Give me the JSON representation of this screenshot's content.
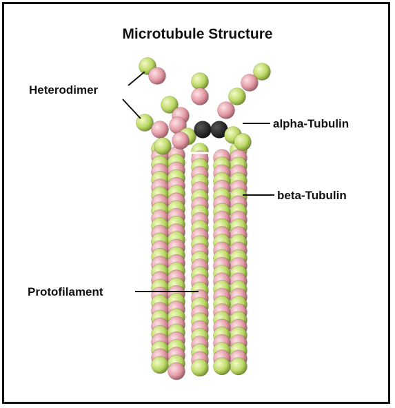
{
  "title": "Microtubule Structure",
  "labels": {
    "heterodimer": "Heterodimer",
    "alpha": "alpha-Tubulin",
    "beta": "beta-Tubulin",
    "protofilament": "Protofilament"
  },
  "colors": {
    "alpha_tubulin": "#c6e07a",
    "beta_tubulin": "#e8a3ad",
    "outline": "#111111",
    "protofilament_box": "#ffffff"
  }
}
